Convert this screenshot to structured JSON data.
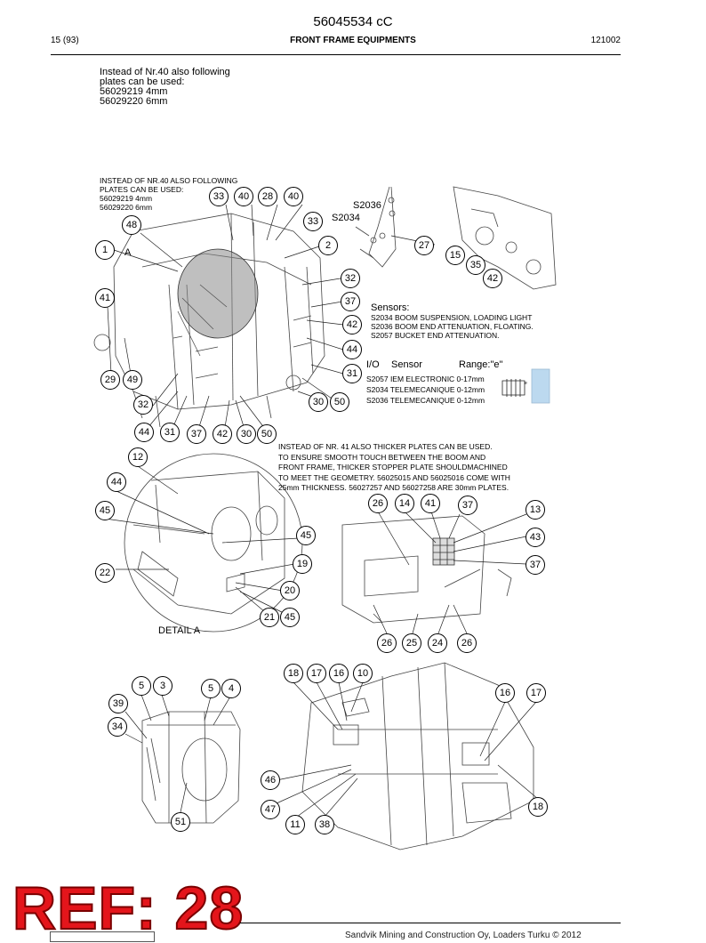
{
  "header": {
    "doc_number": "56045534 cC",
    "page": "15 (93)",
    "title": "FRONT FRAME EQUIPMENTS",
    "date_code": "121002"
  },
  "top_note": [
    "Instead of Nr.40 also following",
    "plates can be used:",
    "56029219 4mm",
    "56029220 6mm"
  ],
  "diagram_note": [
    "INSTEAD OF NR.40 ALSO FOLLOWING",
    "PLATES CAN BE USED:",
    "56029219  4mm",
    "56029220  6mm"
  ],
  "sensors": {
    "heading": "Sensors:",
    "lines": [
      "S2034 BOOM SUSPENSION, LOADING LIGHT",
      "S2036 BOOM END ATTENUATION, FLOATING.",
      "S2057 BUCKET END ATTENUATION."
    ],
    "table_header": [
      "I/O",
      "Sensor",
      "Range:\"e\""
    ],
    "table_rows": [
      "S2057 IEM ELECTRONIC 0-17mm",
      "S2034 TELEMECANIQUE 0-12mm",
      "S2036 TELEMECANIQUE 0-12mm"
    ]
  },
  "thick_note": [
    "INSTEAD OF NR. 41 ALSO THICKER PLATES CAN BE USED.",
    "TO ENSURE SMOOTH TOUCH BETWEEN THE BOOM AND",
    "FRONT FRAME, THICKER STOPPER PLATE SHOULDMACHINED",
    "TO MEET THE GEOMETRY. 56025015 AND 56025016 COME WITH",
    "25mm THICKNESS. 56027257 AND 56027258 ARE 30mm PLATES."
  ],
  "labels": {
    "a": "A",
    "s2036": "S2036",
    "s2034": "S2034",
    "detail": "DETAIL A",
    "e": "e"
  },
  "callouts": [
    "33",
    "40",
    "28",
    "40",
    "48",
    "33",
    "2",
    "1",
    "27",
    "15",
    "35",
    "42",
    "32",
    "41",
    "37",
    "42",
    "44",
    "29",
    "49",
    "31",
    "32",
    "30",
    "50",
    "44",
    "31",
    "37",
    "42",
    "30",
    "50",
    "12",
    "44",
    "45",
    "45",
    "22",
    "19",
    "20",
    "21",
    "45",
    "26",
    "14",
    "41",
    "37",
    "13",
    "43",
    "37",
    "26",
    "25",
    "24",
    "26",
    "18",
    "17",
    "16",
    "10",
    "16",
    "17",
    "5",
    "3",
    "5",
    "4",
    "39",
    "34",
    "46",
    "47",
    "11",
    "38",
    "18",
    "51"
  ],
  "ref": "REF: 28",
  "footer": "Sandvik Mining and Construction Oy, Loaders Turku © 2012"
}
